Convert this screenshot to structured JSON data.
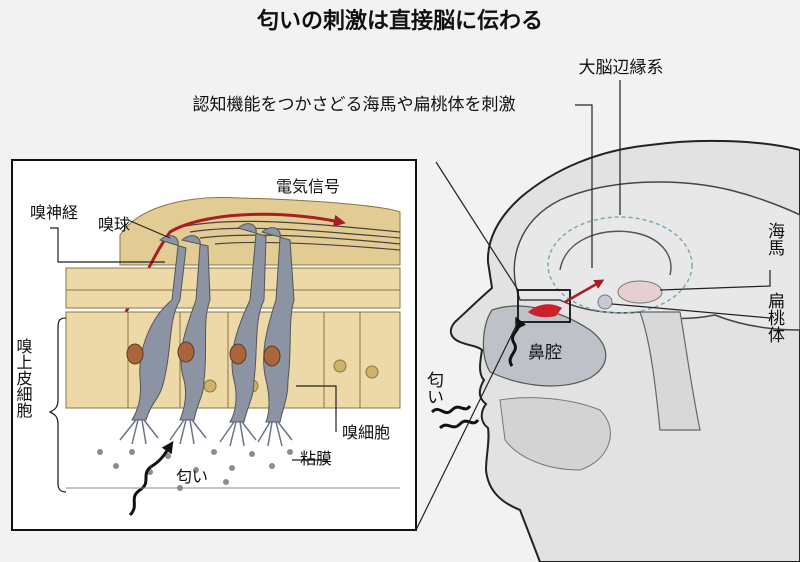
{
  "title": "匂いの刺激は直接脳に伝わる",
  "labels": {
    "limbic_system": "大脳辺縁系",
    "limbic_note": "認知機能をつかさどる海馬や扁桃体を刺激",
    "electric_signal": "電気信号",
    "olfactory_nerve": "嗅神経",
    "olfactory_bulb": "嗅球",
    "olfactory_epithelium": "嗅上皮細胞",
    "olfactory_cell": "嗅細胞",
    "mucosa": "粘膜",
    "odor_inset": "匂い",
    "nasal_cavity": "鼻腔",
    "odor_head": "匂い",
    "hippocampus": "海馬",
    "amygdala": "扁桃体"
  },
  "colors": {
    "background": "#f2f2f2",
    "bulb": "#e3cc94",
    "epithelium": "#ecd9a7",
    "neuron": "#8c93a3",
    "nucleus": "#a9653b",
    "signal": "#a91d24",
    "head_fill": "#e2e2e2",
    "nasal_fill": "#bfc1c9"
  }
}
